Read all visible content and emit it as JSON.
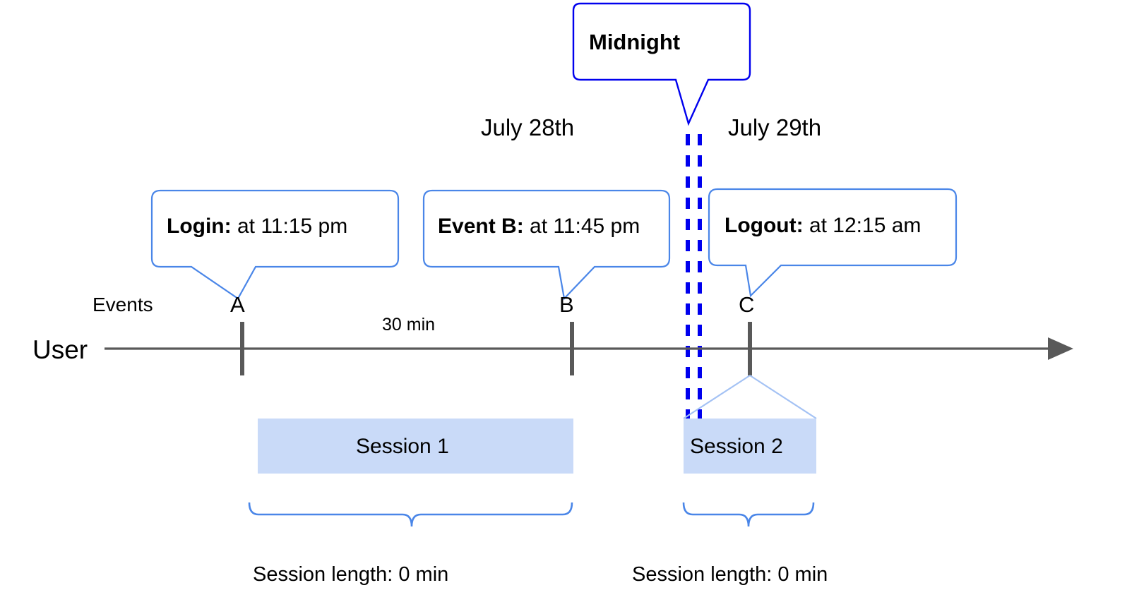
{
  "diagram": {
    "title_callout": {
      "label": "Midnight",
      "border_color": "#0000ee"
    },
    "dates": {
      "left": "July 28th",
      "right": "July 29th"
    },
    "callouts": [
      {
        "name": "login",
        "bold": "Login:",
        "rest": " at 11:15 pm",
        "anchor": "A"
      },
      {
        "name": "event-b",
        "bold": "Event B:",
        "rest": " at 11:45 pm",
        "anchor": "B"
      },
      {
        "name": "logout",
        "bold": "Logout:",
        "rest": " at 12:15 am",
        "anchor": "C"
      }
    ],
    "axis": {
      "events_label": "Events",
      "user_label": "User",
      "events": [
        "A",
        "B",
        "C"
      ],
      "interval_label": "30 min",
      "line_color": "#595959",
      "arrow": true
    },
    "sessions": [
      {
        "label": "Session 1",
        "length_label": "Session length: 0 min"
      },
      {
        "label": "Session 2",
        "length_label": "Session length: 0 min"
      }
    ],
    "colors": {
      "session_fill": "#c9daf8",
      "callout_border": "#4a86e8",
      "midnight_border": "#0000ee",
      "brace": "#4a86e8",
      "axis": "#595959",
      "session_connector": "#a4c2f4"
    }
  }
}
